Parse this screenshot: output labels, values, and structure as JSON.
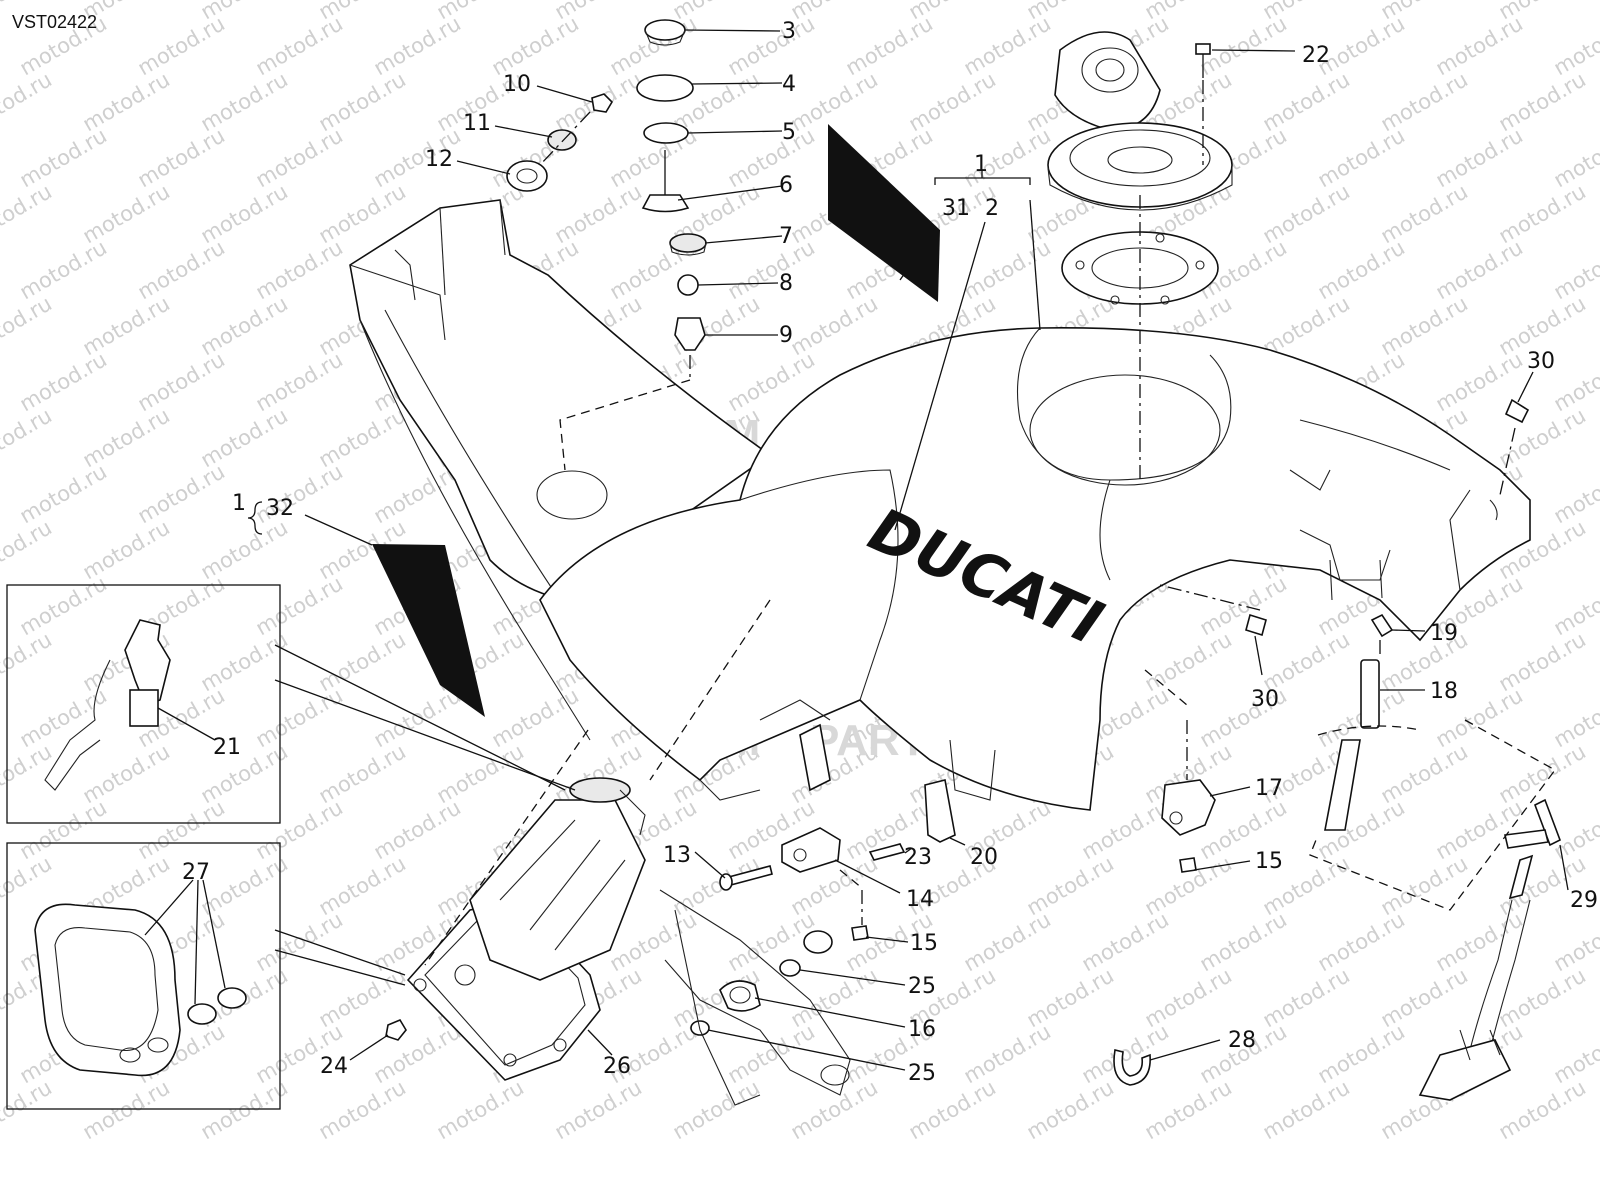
{
  "reference_code": "VST02422",
  "brand_text": "DUCATI",
  "watermark": {
    "site": "motod.ru",
    "logo_a": "OEM",
    "logo_b": "PARTS"
  },
  "callouts": [
    {
      "id": "c3",
      "label": "3"
    },
    {
      "id": "c4",
      "label": "4"
    },
    {
      "id": "c5",
      "label": "5"
    },
    {
      "id": "c6",
      "label": "6"
    },
    {
      "id": "c7",
      "label": "7"
    },
    {
      "id": "c8",
      "label": "8"
    },
    {
      "id": "c9",
      "label": "9"
    },
    {
      "id": "c10",
      "label": "10"
    },
    {
      "id": "c11",
      "label": "11"
    },
    {
      "id": "c12",
      "label": "12"
    },
    {
      "id": "c1top",
      "label": "1"
    },
    {
      "id": "c31",
      "label": "31"
    },
    {
      "id": "c2",
      "label": "2"
    },
    {
      "id": "c22",
      "label": "22"
    },
    {
      "id": "c30a",
      "label": "30"
    },
    {
      "id": "c1left",
      "label": "1"
    },
    {
      "id": "c32",
      "label": "32"
    },
    {
      "id": "c21",
      "label": "21"
    },
    {
      "id": "c19",
      "label": "19"
    },
    {
      "id": "c30b",
      "label": "30"
    },
    {
      "id": "c18",
      "label": "18"
    },
    {
      "id": "c17",
      "label": "17"
    },
    {
      "id": "c15a",
      "label": "15"
    },
    {
      "id": "c13",
      "label": "13"
    },
    {
      "id": "c23",
      "label": "23"
    },
    {
      "id": "c20",
      "label": "20"
    },
    {
      "id": "c14",
      "label": "14"
    },
    {
      "id": "c27",
      "label": "27"
    },
    {
      "id": "c15b",
      "label": "15"
    },
    {
      "id": "c25a",
      "label": "25"
    },
    {
      "id": "c16",
      "label": "16"
    },
    {
      "id": "c25b",
      "label": "25"
    },
    {
      "id": "c24",
      "label": "24"
    },
    {
      "id": "c26",
      "label": "26"
    },
    {
      "id": "c28",
      "label": "28"
    },
    {
      "id": "c29",
      "label": "29"
    }
  ]
}
